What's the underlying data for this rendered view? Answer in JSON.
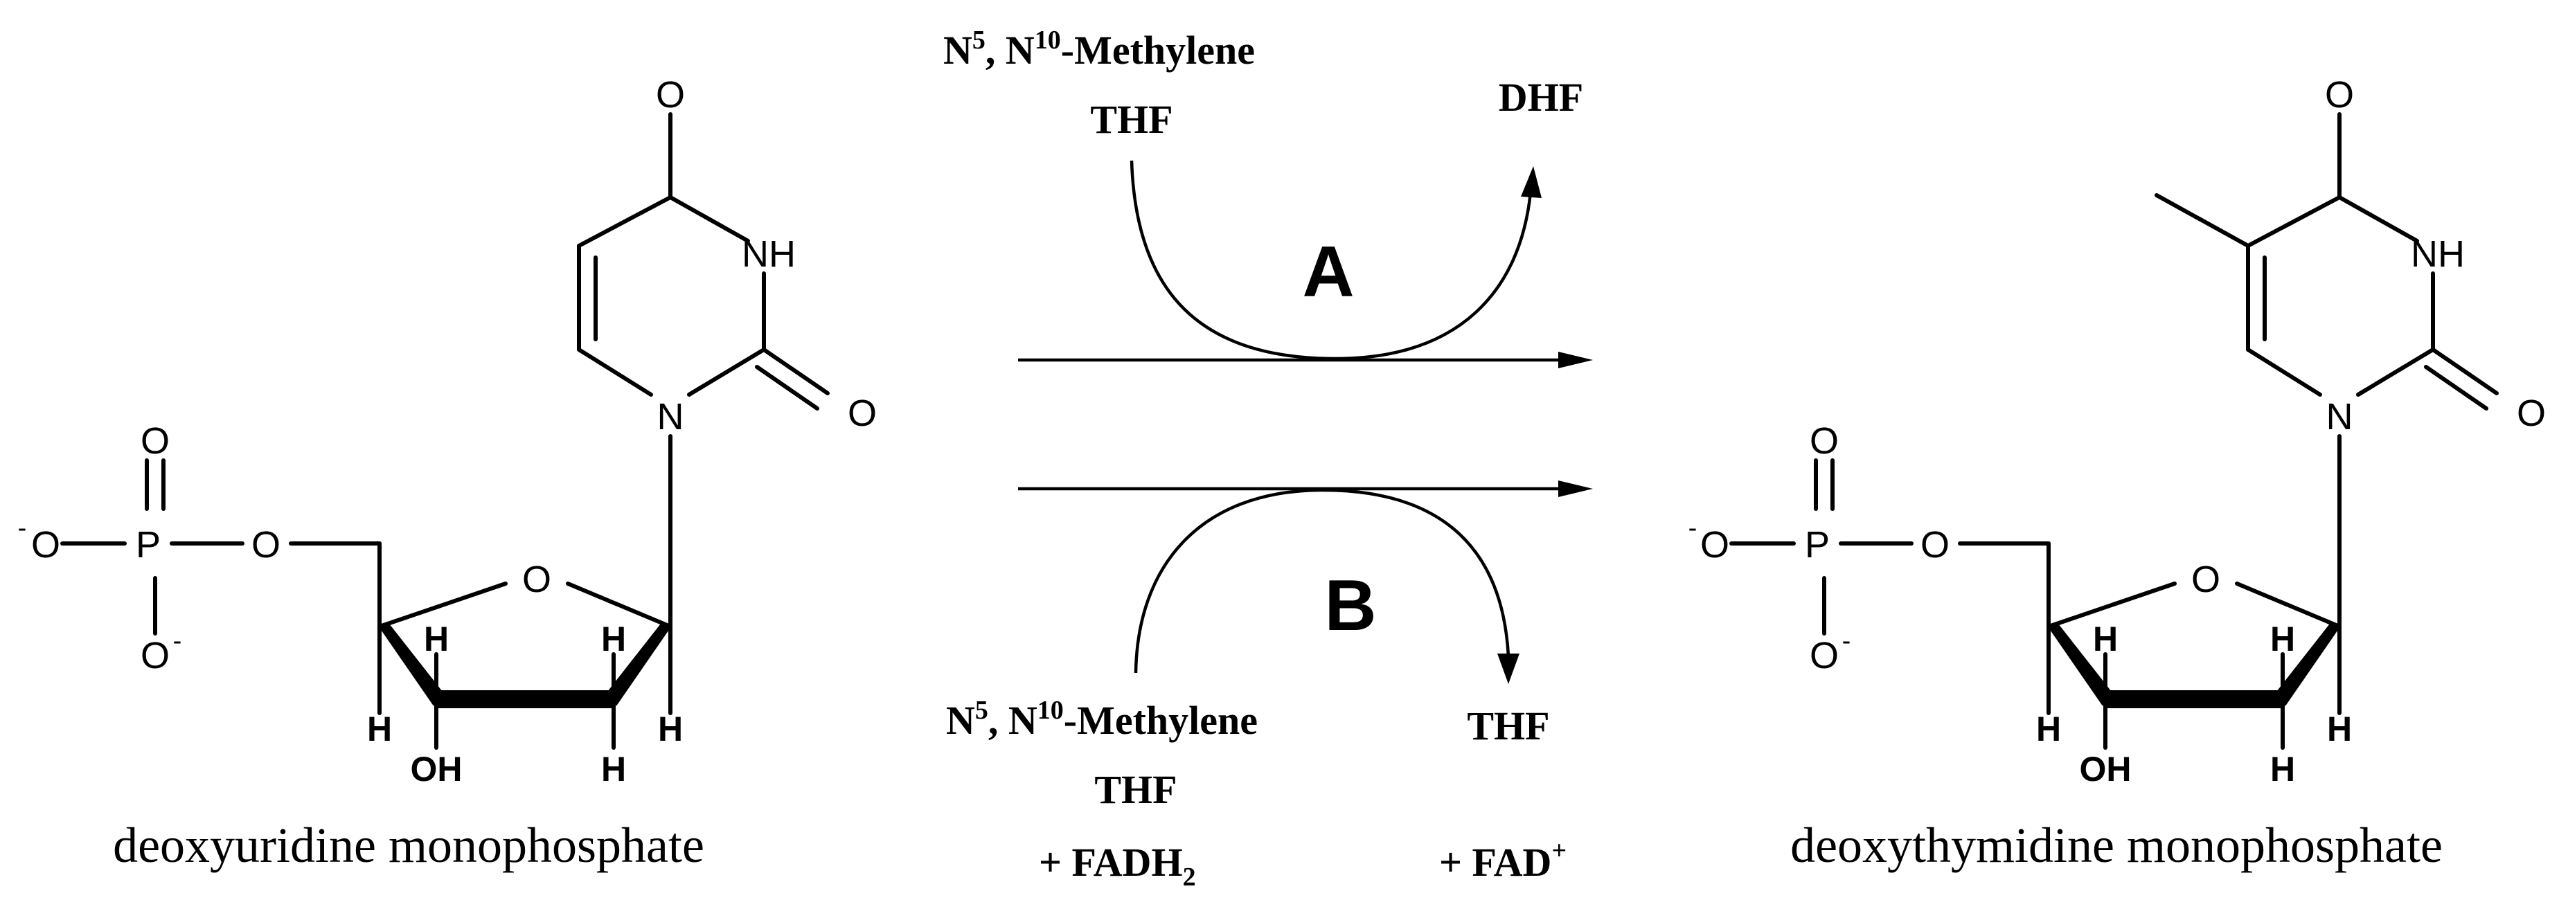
{
  "molecule_left": {
    "caption": "deoxyuridine monophosphate",
    "atoms": {
      "o_carbonyl_top": "O",
      "nh": "NH",
      "o_carbonyl_right": "O",
      "n1": "N",
      "phosphate_o_top": "O",
      "phosphate_o_minus_left": "O",
      "phosphate_p": "P",
      "phosphate_o_bridge": "O",
      "phosphate_o_minus_bottom": "O",
      "ring_o": "O",
      "h_c4": "H",
      "h_c1": "H",
      "h_c4_low": "H",
      "h_c1_low": "H",
      "oh": "OH",
      "h_c2": "H"
    },
    "charges": {
      "left": "-",
      "bottom": "-"
    }
  },
  "molecule_right": {
    "caption": "deoxythymidine monophosphate",
    "atoms": {
      "o_carbonyl_top": "O",
      "nh": "NH",
      "o_carbonyl_right": "O",
      "n1": "N",
      "phosphate_o_top": "O",
      "phosphate_o_minus_left": "O",
      "phosphate_p": "P",
      "phosphate_o_bridge": "O",
      "phosphate_o_minus_bottom": "O",
      "ring_o": "O",
      "h_c4": "H",
      "h_c1": "H",
      "h_c4_low": "H",
      "h_c1_low": "H",
      "oh": "OH",
      "h_c2": "H"
    },
    "charges": {
      "left": "-",
      "bottom": "-"
    }
  },
  "pathway_a": {
    "label": "A",
    "reactant_line1": {
      "n5": "N",
      "n5_sup": "5",
      "sep": ", N",
      "n10_sup": "10",
      "rest": "-Methylene"
    },
    "reactant_line2": "THF",
    "product": "DHF"
  },
  "pathway_b": {
    "label": "B",
    "reactant_line1": {
      "n5": "N",
      "n5_sup": "5",
      "sep": ", N",
      "n10_sup": "10",
      "rest": "-Methylene"
    },
    "reactant_line2": "THF",
    "reactant_line3": {
      "prefix": "+ FADH",
      "sub": "2"
    },
    "product": "THF",
    "product_line2": {
      "prefix": "+ FAD",
      "sup": "+"
    }
  }
}
